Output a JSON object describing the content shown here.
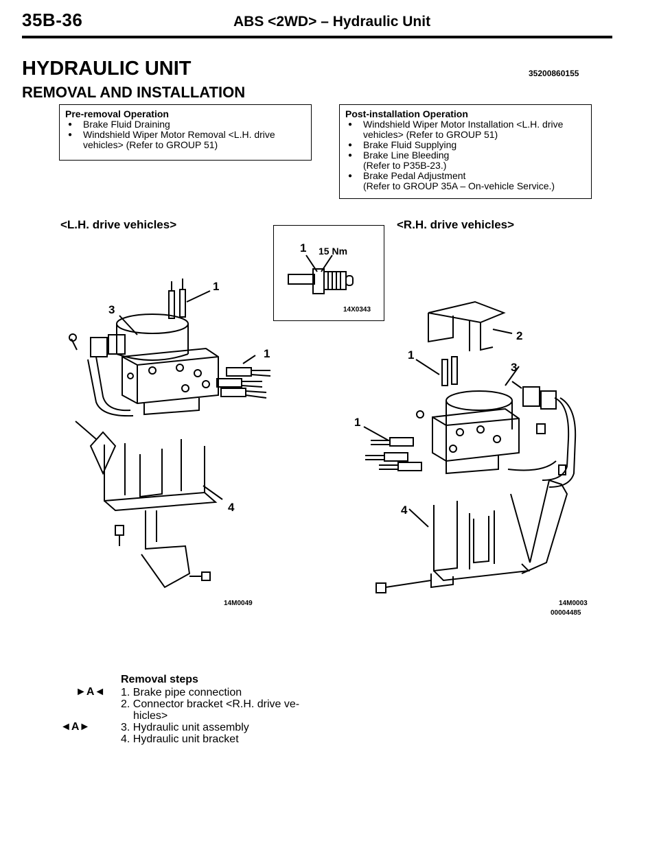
{
  "header": {
    "page_number": "35B-36",
    "section_title": "ABS <2WD> – Hydraulic Unit"
  },
  "heading": {
    "title": "HYDRAULIC UNIT",
    "code": "35200860155",
    "subtitle": "REMOVAL AND INSTALLATION"
  },
  "pre_removal": {
    "title": "Pre-removal Operation",
    "items": [
      "Brake Fluid Draining",
      "Windshield Wiper Motor Removal <L.H. drive",
      "vehicles> (Refer to GROUP 51)"
    ]
  },
  "post_installation": {
    "title": "Post-installation Operation",
    "items": [
      "Windshield Wiper Motor Installation <L.H. drive",
      "vehicles> (Refer to GROUP 51)",
      "Brake Fluid Supplying",
      "Brake Line Bleeding",
      "(Refer to P35B-23.)",
      "Brake Pedal Adjustment",
      "(Refer to GROUP 35A – On-vehicle Service.)"
    ]
  },
  "figure": {
    "lh_label": "<L.H. drive vehicles>",
    "rh_label": "<R.H. drive vehicles>",
    "torque_callout_num": "1",
    "torque_value": "15 Nm",
    "callout_code": "14X0343",
    "lh_code": "14M0049",
    "rh_code1": "14M0003",
    "rh_code2": "00004485",
    "lh_numbers": [
      "1",
      "3",
      "1",
      "4"
    ],
    "rh_numbers": [
      "2",
      "1",
      "3",
      "1",
      "4"
    ]
  },
  "removal_steps": {
    "title": "Removal steps",
    "marker_a": "►A◄",
    "marker_b": "◄A►",
    "steps": [
      "1. Brake pipe connection",
      "2. Connector bracket <R.H. drive ve-",
      "hicles>",
      "3. Hydraulic unit assembly",
      "4. Hydraulic unit bracket"
    ]
  }
}
